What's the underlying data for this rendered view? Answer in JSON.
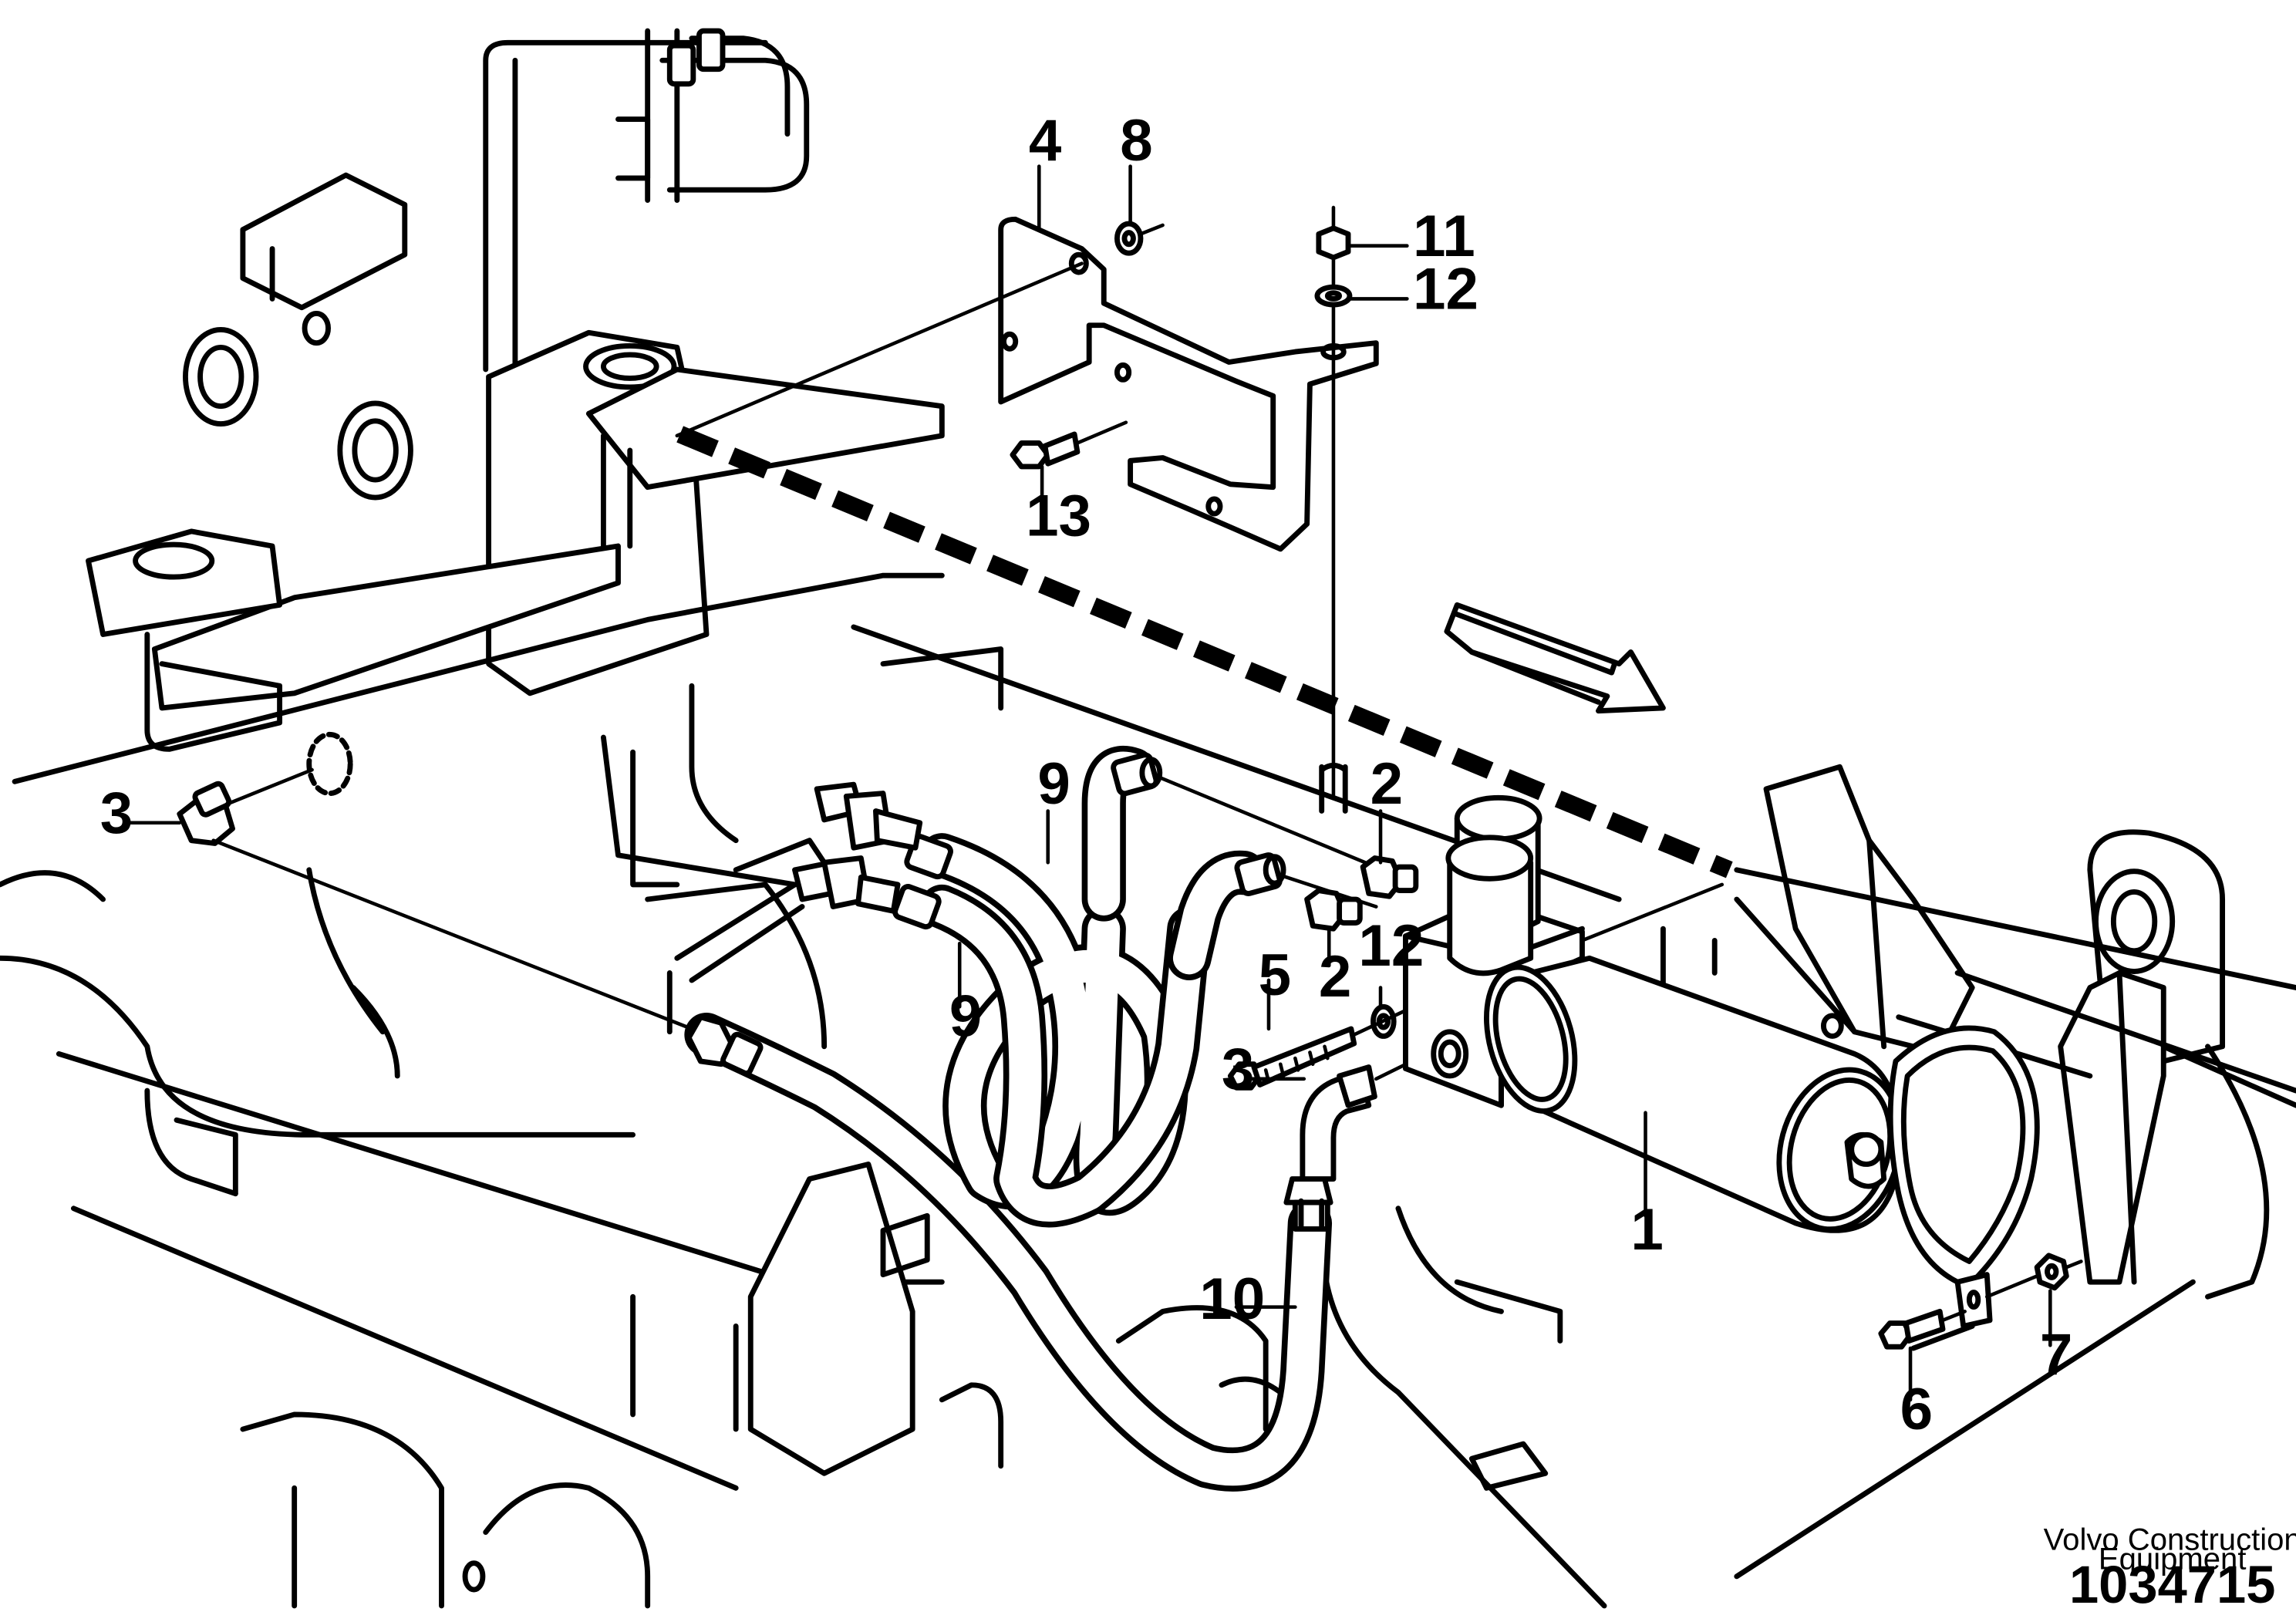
{
  "callouts": {
    "c1": "1",
    "c2a": "2",
    "c2b": "2",
    "c3a": "3",
    "c3b": "3",
    "c4": "4",
    "c5": "5",
    "c6": "6",
    "c7": "7",
    "c8": "8",
    "c9a": "9",
    "c9b": "9",
    "c10": "10",
    "c11": "11",
    "c12a": "12",
    "c12b": "12",
    "c13": "13"
  },
  "footer": {
    "company_line1": "Volvo Construction",
    "company_line2": "Equipment",
    "document_number": "1034715"
  }
}
